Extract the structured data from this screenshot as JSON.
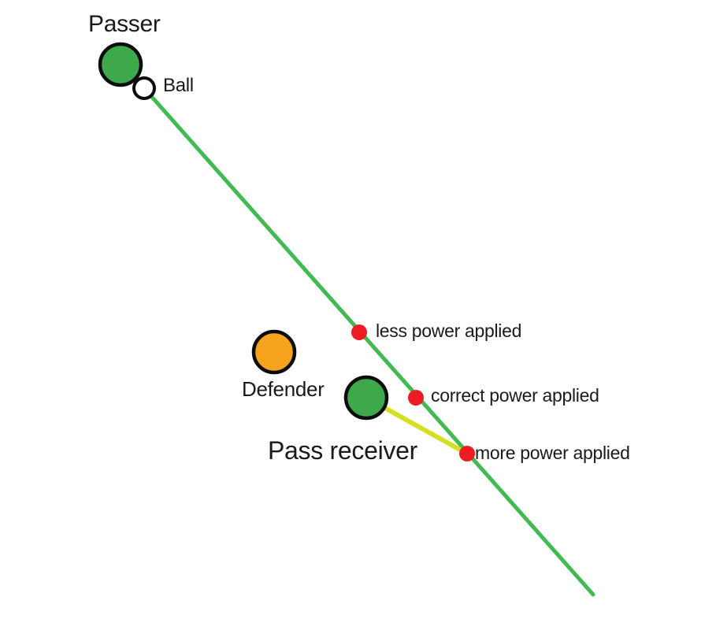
{
  "colors": {
    "background": "#ffffff",
    "player_green": "#3EA94A",
    "defender_orange": "#F6A31E",
    "ball_white": "#ffffff",
    "outline_black": "#0d0d0d",
    "pass_line_green": "#41BA52",
    "run_line_yellow": "#D5DF26",
    "marker_red": "#ED1C24",
    "text_black": "#1a1a1a"
  },
  "diagram": {
    "passer_label": "Passer",
    "ball_label": "Ball",
    "defender_label": "Defender",
    "receiver_label": "Pass receiver",
    "pass_points": [
      {
        "label": "less power applied"
      },
      {
        "label": "correct power applied"
      },
      {
        "label": "more power applied"
      }
    ]
  }
}
